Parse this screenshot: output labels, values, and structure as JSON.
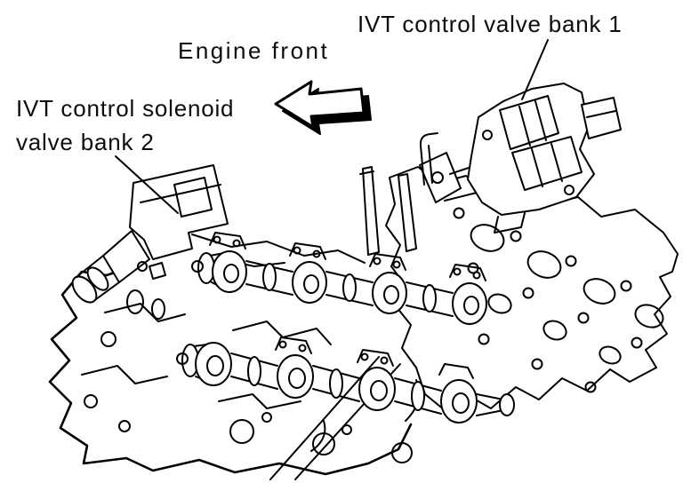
{
  "page": {
    "background": "#ffffff",
    "line_color": "#000000"
  },
  "labels": {
    "bank1": "IVT control valve bank 1",
    "engine_front": "Engine front",
    "bank2_line1": "IVT control solenoid",
    "bank2_line2": "valve bank 2"
  }
}
